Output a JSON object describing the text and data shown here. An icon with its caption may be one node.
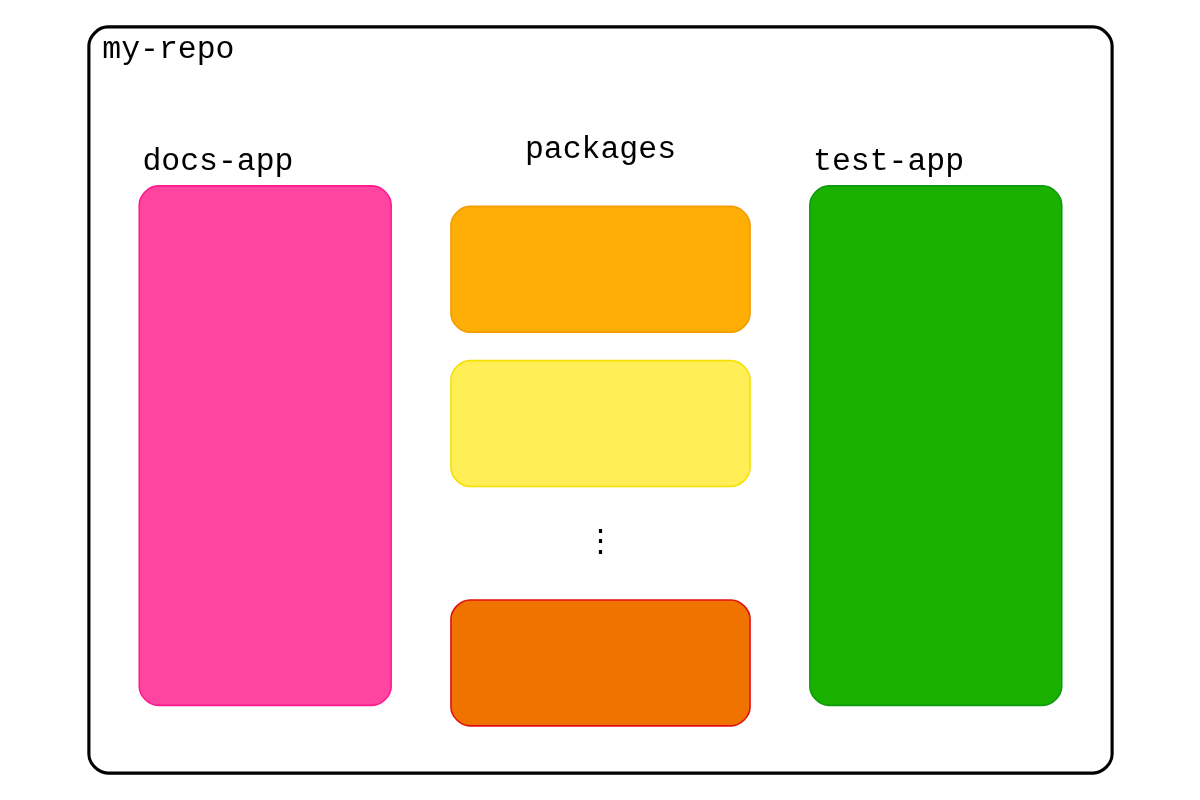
{
  "diagram": {
    "nodes": [
      {
        "text": [
          "my-repo"
        ]
      },
      {
        "text": [
          "docs-app"
        ],
        "in": 0
      },
      {
        "text": [],
        "shape": "box",
        "in": 0
      },
      {
        "text": [],
        "shape": "box",
        "in": 0
      },
      {
        "text": [],
        "shape": "box",
        "in": 0
      },
      {
        "text": [
          "test-app"
        ],
        "in": 0
      }
    ],
    "labels": [
      "packages",
      "⋮"
    ]
  }
}
